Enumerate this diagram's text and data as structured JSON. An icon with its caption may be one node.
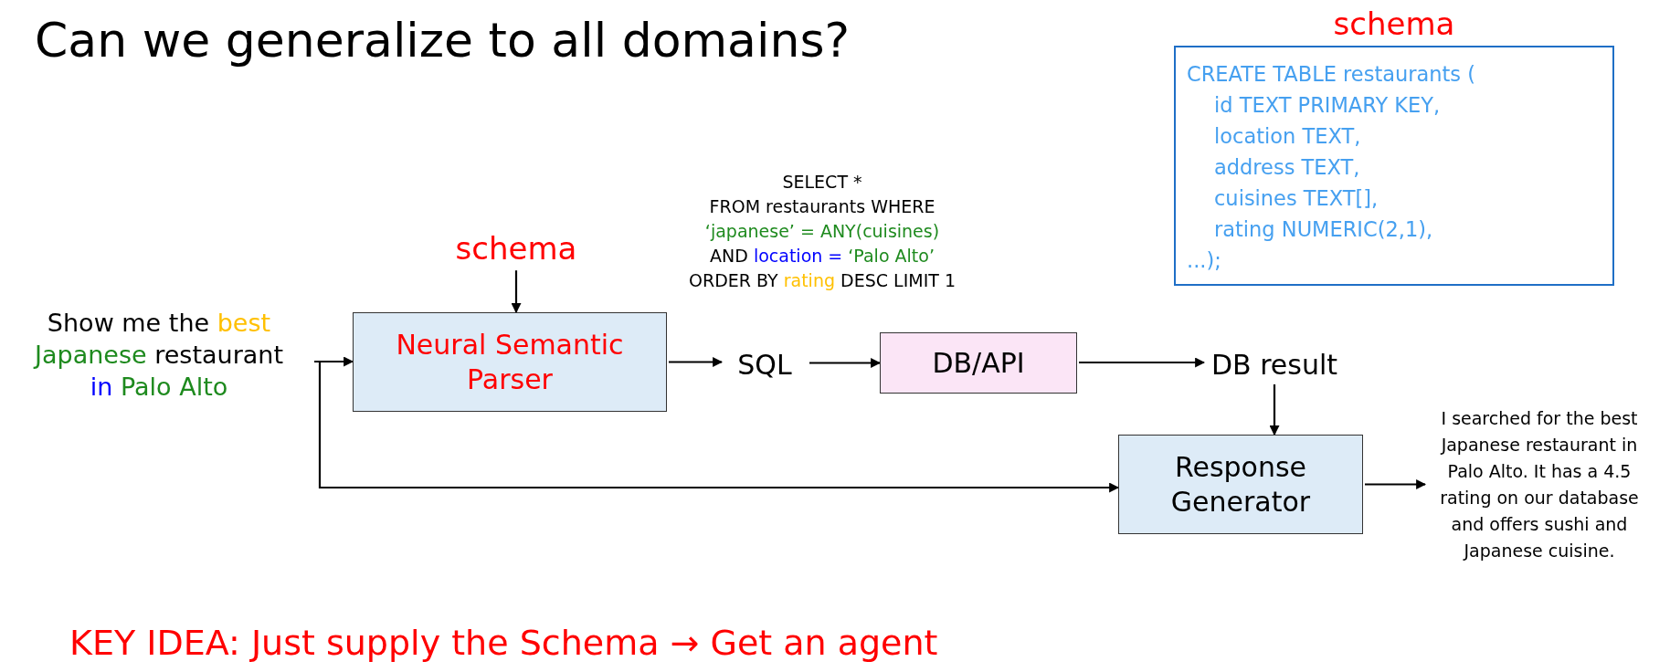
{
  "diagram": {
    "title": "Can we generalize to all domains?",
    "nodes": [
      {
        "text": [
          "Show me the best Japanese restaurant in Palo Alto"
        ]
      },
      {
        "text": [
          "schema"
        ]
      },
      {
        "text": [
          "Neural Semantic Parser"
        ]
      },
      {
        "text": [
          "SQL"
        ]
      },
      {
        "text": [
          "DB/API"
        ]
      },
      {
        "text": [
          "DB result"
        ]
      },
      {
        "text": [
          "Response Generator"
        ]
      },
      {
        "text": [
          "I searched for the best Japanese restaurant in Palo Alto. It has a 4.5 rating on our database and offers sushi and Japanese cuisine."
        ]
      },
      {
        "text": [
          "schema",
          "CREATE TABLE restaurants ( id TEXT PRIMARY KEY, location TEXT, address TEXT, cuisines TEXT[], rating NUMERIC(2,1), ...);"
        ]
      }
    ],
    "edges": [
      {
        "from": 0,
        "to": 2,
        "arrow": "to"
      },
      {
        "from": 0,
        "to": 6,
        "arrow": "to"
      },
      {
        "from": 1,
        "to": 2,
        "arrow": "to"
      },
      {
        "from": 2,
        "to": 3,
        "arrow": "to"
      },
      {
        "from": 3,
        "to": 4,
        "arrow": "to"
      },
      {
        "from": 4,
        "to": 5,
        "arrow": "to"
      },
      {
        "from": 5,
        "to": 6,
        "arrow": "to"
      },
      {
        "from": 6,
        "to": 7,
        "arrow": "to"
      }
    ],
    "labels": [
      "SELECT * FROM restaurants WHERE ‘japanese’ = ANY(cuisines) AND location = ‘Palo Alto’ ORDER BY rating DESC LIMIT 1",
      "KEY IDEA: Just supply the Schema → Get an agent"
    ]
  }
}
